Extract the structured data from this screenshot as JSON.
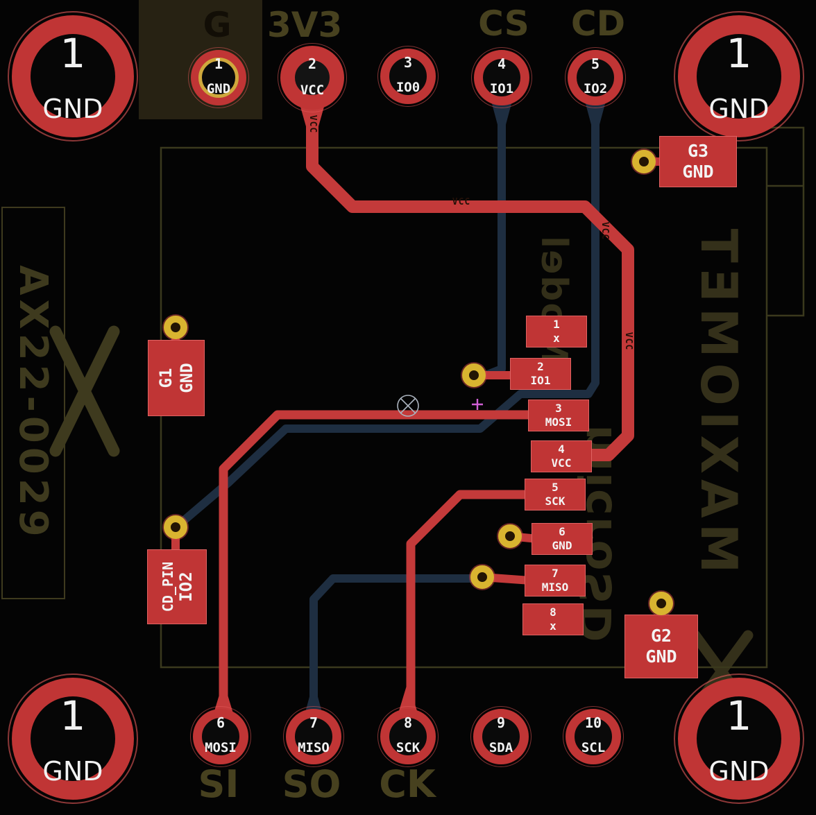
{
  "colors": {
    "background": "#040404",
    "copper_front": "#c03535",
    "copper_back": "#1e2e41",
    "silkscreen_olive": "#47411f",
    "via_gold": "#d9b430",
    "pad_text": "#f2f2f2",
    "trace_label": "#231008",
    "anchor_gray": "#aab2bd",
    "origin_magenta": "#cf5fd4"
  },
  "pads": {
    "corner": [
      {
        "number": "1",
        "name": "GND"
      },
      {
        "number": "1",
        "name": "GND"
      },
      {
        "number": "1",
        "name": "GND"
      },
      {
        "number": "1",
        "name": "GND"
      }
    ],
    "top": [
      {
        "number": "1",
        "name": "GND"
      },
      {
        "number": "2",
        "name": "VCC"
      },
      {
        "number": "3",
        "name": "IO0"
      },
      {
        "number": "4",
        "name": "IO1"
      },
      {
        "number": "5",
        "name": "IO2"
      }
    ],
    "bottom": [
      {
        "number": "6",
        "name": "MOSI"
      },
      {
        "number": "7",
        "name": "MISO"
      },
      {
        "number": "8",
        "name": "SCK"
      },
      {
        "number": "9",
        "name": "SDA"
      },
      {
        "number": "10",
        "name": "SCL"
      }
    ],
    "smd": [
      {
        "number": "1",
        "name": "x"
      },
      {
        "number": "2",
        "name": "IO1"
      },
      {
        "number": "3",
        "name": "MOSI"
      },
      {
        "number": "4",
        "name": "VCC"
      },
      {
        "number": "5",
        "name": "SCK"
      },
      {
        "number": "6",
        "name": "GND"
      },
      {
        "number": "7",
        "name": "MISO"
      },
      {
        "number": "8",
        "name": "x"
      }
    ],
    "rect": [
      {
        "line1": "G3",
        "line2": "GND"
      },
      {
        "line1": "G1",
        "line2": "GND"
      },
      {
        "line1": "CD_PIN",
        "line2": "IO2"
      },
      {
        "line1": "G2",
        "line2": "GND"
      }
    ]
  },
  "silkscreen": {
    "label_g": "G",
    "label_3v3": "3V3",
    "label_cs": "CS",
    "label_cd": "CD",
    "label_si": "SI",
    "label_so": "SO",
    "label_ck": "CK",
    "left_code": "AX22-0029",
    "right_brand_mirrored": "MAXIOMET",
    "center_upper_mirrored": "Model",
    "center_lower_mirrored": "microSD"
  },
  "net_labels": {
    "vcc": "VCC"
  }
}
